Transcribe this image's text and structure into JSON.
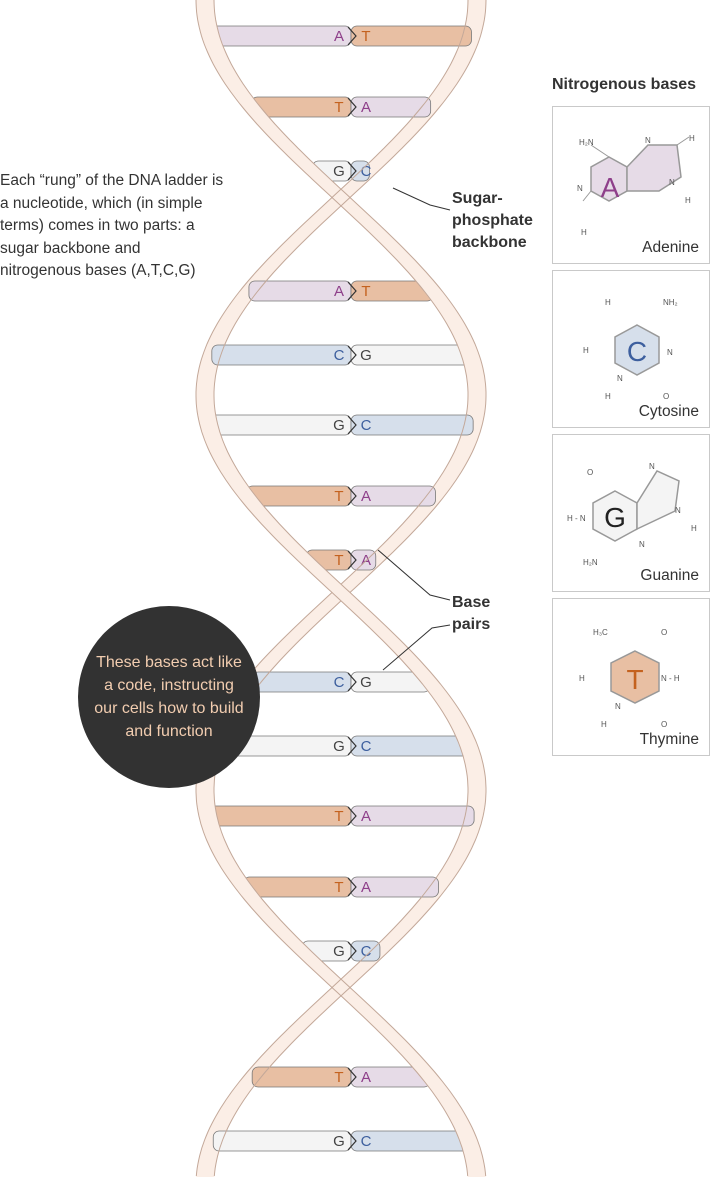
{
  "intro_text": "Each “rung” of the DNA ladder is a nucleotide, which (in simple terms) comes in two parts: a sugar backbone and nitrogenous bases (A,T,C,G)",
  "callouts": {
    "backbone": "Sugar-phosphate backbone",
    "base_pairs": "Base pairs"
  },
  "bubble_text": "These bases act like a code, instructing our cells how to build and function",
  "panel": {
    "title": "Nitrogenous bases",
    "bases": [
      {
        "letter": "A",
        "name": "Adenine",
        "icon": "adenine-structure-icon"
      },
      {
        "letter": "C",
        "name": "Cytosine",
        "icon": "cytosine-structure-icon"
      },
      {
        "letter": "G",
        "name": "Guanine",
        "icon": "guanine-structure-icon"
      },
      {
        "letter": "T",
        "name": "Thymine",
        "icon": "thymine-structure-icon"
      }
    ]
  },
  "rungs": [
    {
      "left": "A",
      "right": "T"
    },
    {
      "left": "T",
      "right": "A"
    },
    {
      "left": "G",
      "right": "C"
    },
    {
      "left": "A",
      "right": "T"
    },
    {
      "left": "C",
      "right": "G"
    },
    {
      "left": "G",
      "right": "C"
    },
    {
      "left": "T",
      "right": "A"
    },
    {
      "left": "T",
      "right": "A"
    },
    {
      "left": "C",
      "right": "G"
    },
    {
      "left": "G",
      "right": "C"
    },
    {
      "left": "T",
      "right": "A"
    },
    {
      "left": "T",
      "right": "A"
    },
    {
      "left": "G",
      "right": "C"
    },
    {
      "left": "T",
      "right": "A"
    },
    {
      "left": "G",
      "right": "C"
    }
  ],
  "colors": {
    "A": {
      "fill": "#e6dbe7",
      "text": "#8e3f8a"
    },
    "T": {
      "fill": "#e8bfa3",
      "text": "#c4621f"
    },
    "C": {
      "fill": "#d6dfeb",
      "text": "#3d5f9e"
    },
    "G": {
      "fill": "#f4f4f4",
      "text": "#444444"
    },
    "backbone_fill": "#fbeee6",
    "backbone_stroke": "#c3a899"
  },
  "atom_labels": {
    "amino": "NH2",
    "hydrogen": "H",
    "nitrogen": "N",
    "oxygen": "O",
    "methyl": "H3C",
    "h_n": "H - N",
    "n_h": "N - H"
  }
}
